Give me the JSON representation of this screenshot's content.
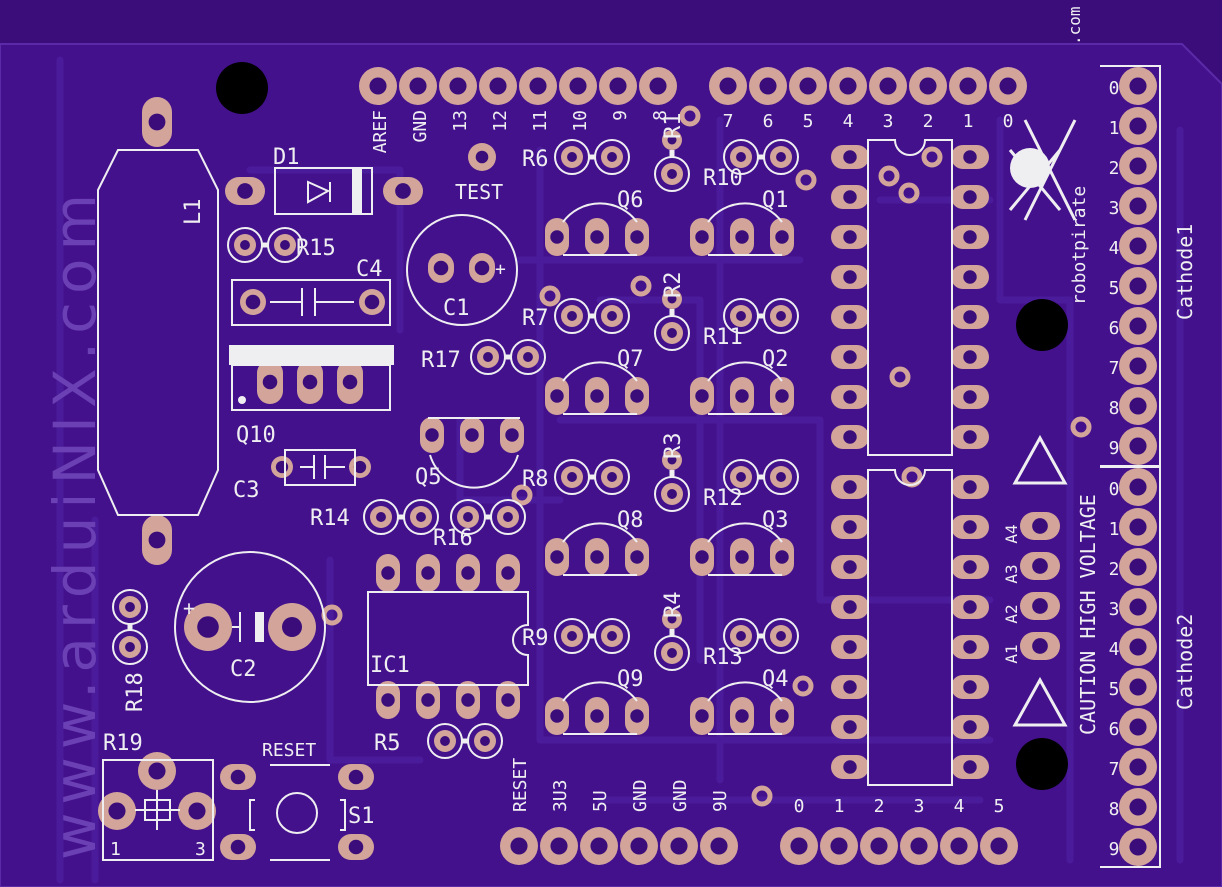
{
  "board": {
    "watermark": "www.arduiNIX.com",
    "brand": "robotpirate",
    "brand_suffix": ".com",
    "caution": "CAUTION HIGH VOLTAGE",
    "colors": {
      "background": "#3a0d7a",
      "board": "#44118c",
      "silkscreen": "#efeff2",
      "pad": "#d3a59a",
      "trace": "#4a1b9a"
    }
  },
  "headers": {
    "digital_high": [
      "AREF",
      "GND",
      "13",
      "12",
      "11",
      "10",
      "9",
      "8"
    ],
    "digital_low": [
      "7",
      "6",
      "5",
      "4",
      "3",
      "2",
      "1",
      "0"
    ],
    "power": [
      "RESET",
      "3U3",
      "5U",
      "GND",
      "GND",
      "9U"
    ],
    "analog": [
      "0",
      "1",
      "2",
      "3",
      "4",
      "5"
    ],
    "cathode1": {
      "label": "Cathode1",
      "pins": [
        "0",
        "1",
        "2",
        "3",
        "4",
        "5",
        "6",
        "7",
        "8",
        "9"
      ]
    },
    "cathode2": {
      "label": "Cathode2",
      "pins": [
        "0",
        "1",
        "2",
        "3",
        "4",
        "5",
        "6",
        "7",
        "8",
        "9"
      ]
    },
    "anodes": [
      "A4",
      "A3",
      "A2",
      "A1"
    ]
  },
  "components": {
    "D1": "D1",
    "L1": "L1",
    "R15": "R15",
    "C4": "C4",
    "C1": "C1",
    "Q10": "Q10",
    "C3": "C3",
    "R14": "R14",
    "R16": "R16",
    "R17": "R17",
    "Q5": "Q5",
    "TEST": "TEST",
    "C2": "C2",
    "R18": "R18",
    "R19": "R19",
    "RESET": "RESET",
    "S1": "S1",
    "IC1": "IC1",
    "R5": "R5",
    "R6": "R6",
    "R7": "R7",
    "R8": "R8",
    "R9": "R9",
    "Q6": "Q6",
    "Q7": "Q7",
    "Q8": "Q8",
    "Q9": "Q9",
    "R1": "R1",
    "R2": "R2",
    "R3": "R3",
    "R4": "R4",
    "R10": "R10",
    "R11": "R11",
    "R12": "R12",
    "R13": "R13",
    "Q1": "Q1",
    "Q2": "Q2",
    "Q3": "Q3",
    "Q4": "Q4",
    "pot_1": "1",
    "pot_3": "3",
    "plus": "+"
  }
}
